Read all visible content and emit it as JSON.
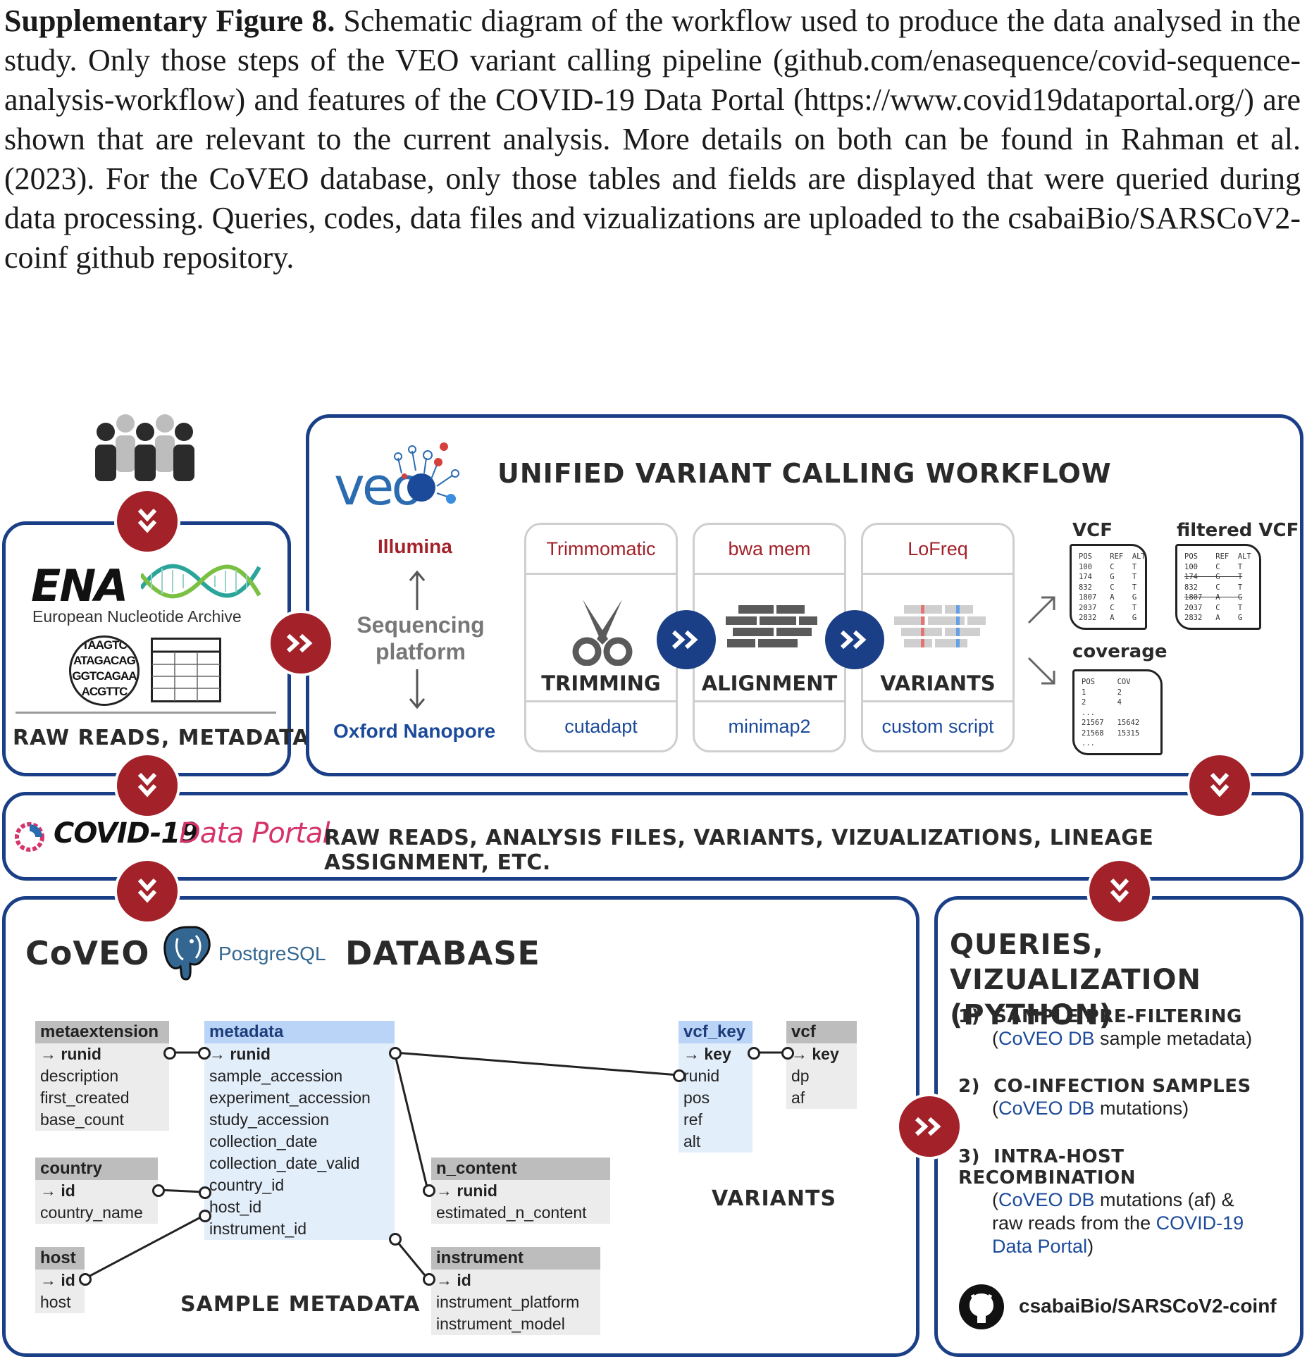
{
  "caption": {
    "label": "Supplementary Figure 8.",
    "text": " Schematic diagram of the workflow used to produce the data analysed in the study. Only those steps of the VEO variant calling pipeline (github.com/enasequence/covid-sequence-analysis-workflow) and features of the COVID-19 Data Portal (https://www.covid19dataportal.org/) are shown that are relevant to the current analysis. More details on both can be found in Rahman et al. (2023). For the CoVEO database, only those tables and fields are displayed that were queried during data processing. Queries, codes, data files and vizualizations are uploaded to the csabaiBio/SARSCoV2-coinf github repository."
  },
  "ena": {
    "logo_text": "ENA",
    "subtitle": "European Nucleotide Archive",
    "sequence_lines": [
      "TAAGTC",
      "ATAGACAG",
      "GGTCAGAA",
      "ACGTTC"
    ],
    "footer": "RAW READS, METADATA"
  },
  "workflow": {
    "logo_text": "veo",
    "title": "UNIFIED VARIANT CALLING WORKFLOW",
    "platform_top": "Illumina",
    "platform_mid_1": "Sequencing",
    "platform_mid_2": "platform",
    "platform_bottom": "Oxford Nanopore",
    "steps": [
      {
        "tool_illumina": "Trimmomatic",
        "step": "TRIMMING",
        "tool_nanopore": "cutadapt"
      },
      {
        "tool_illumina": "bwa mem",
        "step": "ALIGNMENT",
        "tool_nanopore": "minimap2"
      },
      {
        "tool_illumina": "LoFreq",
        "step": "VARIANTS",
        "tool_nanopore": "custom script"
      }
    ],
    "vcf_label": "VCF",
    "filtered_vcf_label": "filtered VCF",
    "coverage_label": "coverage",
    "vcf_header": [
      "POS",
      "REF",
      "ALT"
    ],
    "vcf_rows": [
      [
        "100",
        "C",
        "T"
      ],
      [
        "174",
        "G",
        "T"
      ],
      [
        "832",
        "C",
        "T"
      ],
      [
        "1807",
        "A",
        "G"
      ],
      [
        "2037",
        "C",
        "T"
      ],
      [
        "2832",
        "A",
        "G"
      ]
    ],
    "filtered_rows": [
      [
        "100",
        "C",
        "T"
      ],
      [
        "174",
        "G",
        "T"
      ],
      [
        "832",
        "C",
        "T"
      ],
      [
        "1807",
        "A",
        "G"
      ],
      [
        "2037",
        "C",
        "T"
      ],
      [
        "2832",
        "A",
        "G"
      ]
    ],
    "coverage_header": [
      "POS",
      "COV"
    ],
    "coverage_rows": [
      [
        "1",
        "2"
      ],
      [
        "2",
        "4"
      ],
      [
        "...",
        ""
      ],
      [
        "21567",
        "15642"
      ],
      [
        "21568",
        "15315"
      ],
      [
        "...",
        ""
      ]
    ]
  },
  "portal": {
    "logo_covid": "COVID-19",
    "logo_portal": "Data Portal",
    "text": "RAW READS, ANALYSIS FILES, VARIANTS, VIZUALIZATIONS, LINEAGE ASSIGNMENT, ETC."
  },
  "database": {
    "title_left": "CoVEO",
    "postgres": "PostgreSQL",
    "title_right": "DATABASE",
    "sample_metadata_label": "SAMPLE METADATA",
    "variants_label": "VARIANTS",
    "tables": {
      "metaextension": {
        "name": "metaextension",
        "fields": [
          "→ runid",
          "description",
          "first_created",
          "base_count"
        ]
      },
      "metadata": {
        "name": "metadata",
        "fields": [
          "→ runid",
          "sample_accession",
          "experiment_accession",
          "study_accession",
          "collection_date",
          "collection_date_valid",
          "country_id",
          "host_id",
          "instrument_id"
        ]
      },
      "country": {
        "name": "country",
        "fields": [
          "→ id",
          "country_name"
        ]
      },
      "host": {
        "name": "host",
        "fields": [
          "→ id",
          "host"
        ]
      },
      "n_content": {
        "name": "n_content",
        "fields": [
          "→ runid",
          "estimated_n_content"
        ]
      },
      "instrument": {
        "name": "instrument",
        "fields": [
          "→ id",
          "instrument_platform",
          "instrument_model"
        ]
      },
      "vcf_key": {
        "name": "vcf_key",
        "fields": [
          "→ key",
          "runid",
          "pos",
          "ref",
          "alt"
        ]
      },
      "vcf": {
        "name": "vcf",
        "fields": [
          "→ key",
          "dp",
          "af"
        ]
      }
    }
  },
  "queries": {
    "title_1": "QUERIES, VIZUALIZATION",
    "title_2": "(PYTHON)",
    "items": [
      {
        "num": "1)",
        "title": "SAMPLE PRE-FILTERING",
        "pre": "(",
        "link": "CoVEO DB",
        "post": " sample metadata)"
      },
      {
        "num": "2)",
        "title": "CO-INFECTION SAMPLES",
        "pre": "(",
        "link": "CoVEO DB",
        "post": " mutations)"
      },
      {
        "num": "3)",
        "title": "INTRA-HOST RECOMBINATION",
        "pre": "(",
        "link": "CoVEO DB",
        "post": " mutations (af) &",
        "line2": "raw reads from the ",
        "link2": "COVID-19",
        "line3_link": "Data Portal",
        "line3_post": ")"
      }
    ],
    "repo": "csabaiBio/SARSCoV2-coinf"
  },
  "colors": {
    "navy": "#1b3f86",
    "red": "#a3222a",
    "blue": "#1c4a9a"
  }
}
